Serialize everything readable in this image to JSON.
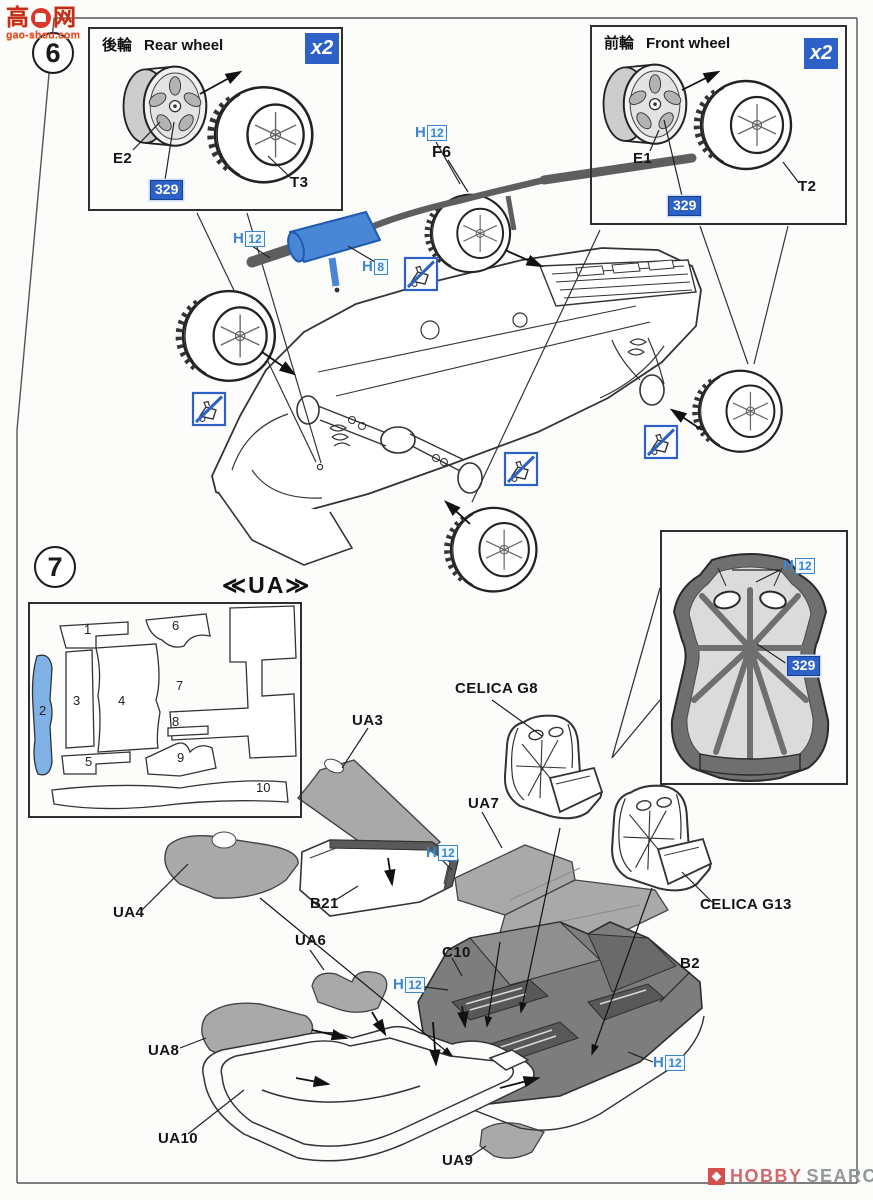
{
  "site_watermark": {
    "char_left": "高",
    "char_right": "网",
    "domain": "gao-shou.com"
  },
  "footer": {
    "brand_primary": "HOBBY",
    "brand_secondary": "SEARCH"
  },
  "colors": {
    "highlight_blue": "#4a86d6",
    "badge_blue": "#2d61c8",
    "callout_blue": "#3a85d0",
    "part_gray": "#a9a9a9",
    "floorpan_gray": "#7d7d7d",
    "pipe_gray": "#5e5e5e"
  },
  "step6": {
    "number": "6",
    "rear_wheel_box": {
      "title_jp": "後輪",
      "title_en": "Rear wheel",
      "multiplier": "x2",
      "wheel_part": "E2",
      "polycap_part": "329",
      "tire_part": "T3"
    },
    "front_wheel_box": {
      "title_jp": "前輪",
      "title_en": "Front wheel",
      "multiplier": "x2",
      "wheel_part": "E1",
      "polycap_part": "329",
      "tire_part": "T2"
    },
    "exhaust_part": "F6",
    "muffler_callout": {
      "prefix": "H",
      "num": "8"
    },
    "paint_callout": {
      "prefix": "H",
      "num": "12"
    }
  },
  "step7": {
    "number": "7",
    "template_title": "≪UA≫",
    "template_numbers": [
      "1",
      "2",
      "3",
      "4",
      "5",
      "6",
      "7",
      "8",
      "9",
      "10"
    ],
    "seat_box": {
      "paint_callout": {
        "prefix": "H",
        "num": "12"
      },
      "polycap_part": "329"
    },
    "paint_callout": {
      "prefix": "H",
      "num": "12"
    },
    "parts": {
      "ua3": "UA3",
      "ua4": "UA4",
      "ua6": "UA6",
      "ua7": "UA7",
      "ua8": "UA8",
      "ua9": "UA9",
      "ua10": "UA10",
      "b21": "B21",
      "b2": "B2",
      "c10": "C10",
      "seat_right": "CELICA G8",
      "seat_left": "CELICA G13"
    }
  }
}
